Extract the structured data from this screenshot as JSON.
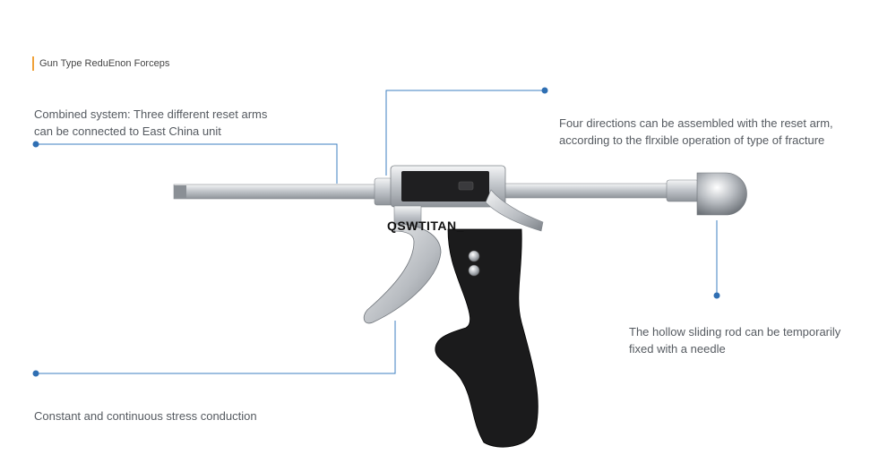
{
  "header": {
    "title": "Gun Type ReduEnon Forceps"
  },
  "callouts": {
    "combined": {
      "line1": "Combined system: Three different reset arms",
      "line2": "can be connected to East China unit"
    },
    "four_directions": {
      "line1": "Four directions can be assembled with the reset arm,",
      "line2": "according to the flrxible operation of type of fracture"
    },
    "hollow_rod": {
      "line1": "The hollow sliding rod can be temporarily",
      "line2": "fixed with a needle"
    },
    "stress": {
      "line1": "Constant and continuous stress conduction"
    }
  },
  "watermark": "QSWTITAN_",
  "colors": {
    "accent_line": "#3d7fc1",
    "header_bar": "#f0a23a",
    "handle": "#1b1b1c",
    "steel": "#c9ccd0"
  }
}
